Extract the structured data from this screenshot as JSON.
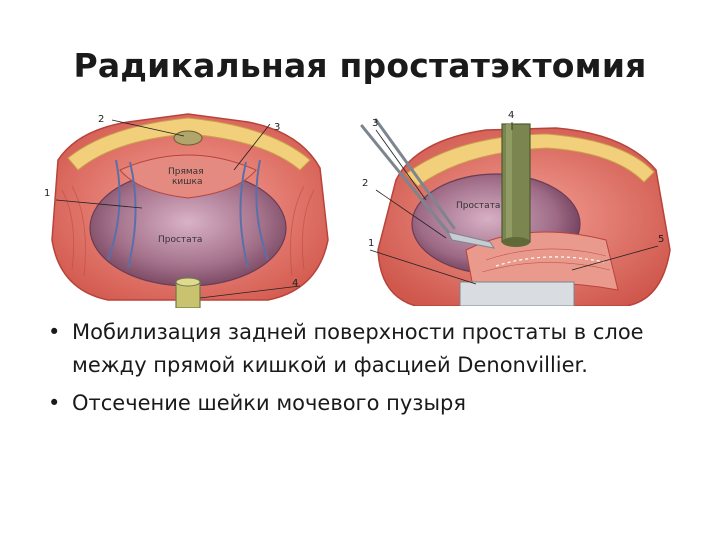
{
  "slide": {
    "title": "Радикальная простатэктомия",
    "bullets": [
      "Мобилизация задней поверхности простаты в слое между прямой кишкой и фасцией Denonvillier.",
      "Отсечение шейки мочевого пузыря"
    ],
    "bullet_glyph": "•"
  },
  "figure_left": {
    "labels": [
      "1",
      "2",
      "3",
      "4"
    ],
    "organ_labels": [
      "Прямая",
      "кишка",
      "Простата"
    ]
  },
  "figure_right": {
    "labels": [
      "1",
      "2",
      "3",
      "4",
      "5"
    ],
    "organ_labels": [
      "Простата"
    ]
  },
  "colors": {
    "tissue": "#e26b5f",
    "tissue_dark": "#b8433b",
    "prostate": "#a3708a",
    "fat": "#f2cf7a",
    "instrument": "#6d7a48"
  }
}
